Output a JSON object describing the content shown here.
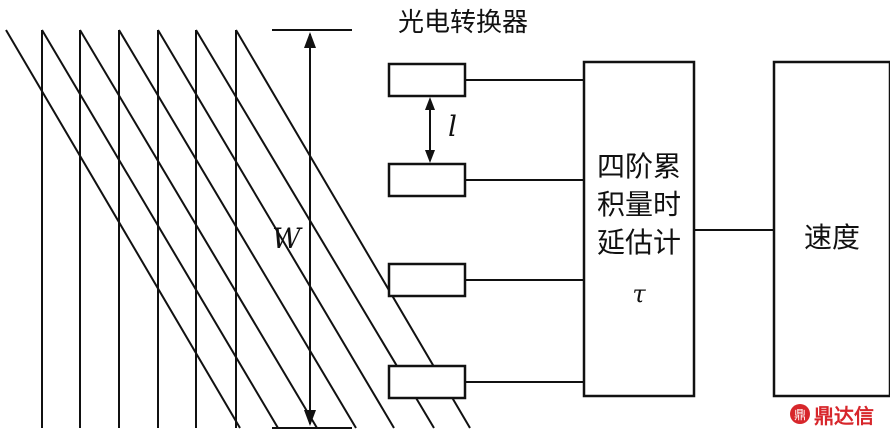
{
  "diagram": {
    "title": "光电转换器",
    "processor_lines": [
      "四阶累",
      "积量时",
      "延估计"
    ],
    "processor_symbol": "τ",
    "output_label": "速度",
    "spacing_label": "l",
    "width_label": "W"
  },
  "watermark": {
    "logo_glyph": "鼎",
    "text": "鼎达信"
  }
}
